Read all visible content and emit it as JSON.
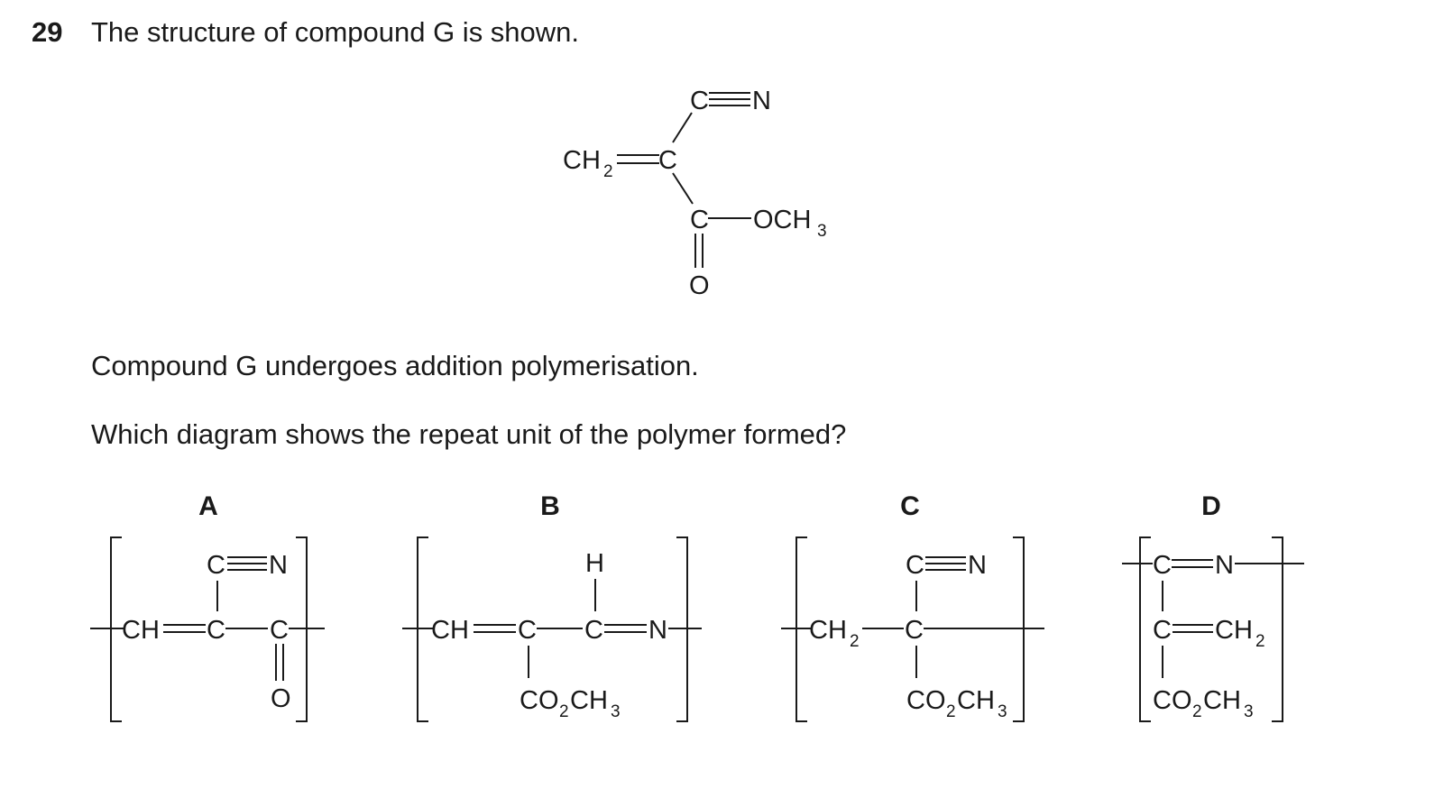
{
  "question": {
    "number": "29",
    "stem": "The structure of compound G is shown.",
    "text1": "Compound G undergoes addition polymerisation.",
    "text2": "Which diagram shows the repeat unit of the polymer formed?"
  },
  "compound_g": {
    "ch2": "CH",
    "two": "2",
    "c_center": "C",
    "cn_c": "C",
    "cn_n": "N",
    "ester_c": "C",
    "och": "OCH",
    "three": "3",
    "carbonyl_o": "O"
  },
  "options": {
    "A": {
      "letter": "A",
      "ch": "CH",
      "c1": "C",
      "c2": "C",
      "cn_c": "C",
      "cn_n": "N",
      "o": "O"
    },
    "B": {
      "letter": "B",
      "ch": "CH",
      "c1": "C",
      "c2": "C",
      "n": "N",
      "h": "H",
      "co": "CO",
      "two": "2",
      "ch3": "CH",
      "three": "3"
    },
    "C": {
      "letter": "C",
      "ch2": "CH",
      "two_a": "2",
      "c1": "C",
      "cn_c": "C",
      "cn_n": "N",
      "co": "CO",
      "two_b": "2",
      "ch3": "CH",
      "three": "3"
    },
    "D": {
      "letter": "D",
      "c_top": "C",
      "n": "N",
      "c_mid": "C",
      "ch2": "CH",
      "two_a": "2",
      "co": "CO",
      "two_b": "2",
      "ch3": "CH",
      "three": "3"
    }
  }
}
